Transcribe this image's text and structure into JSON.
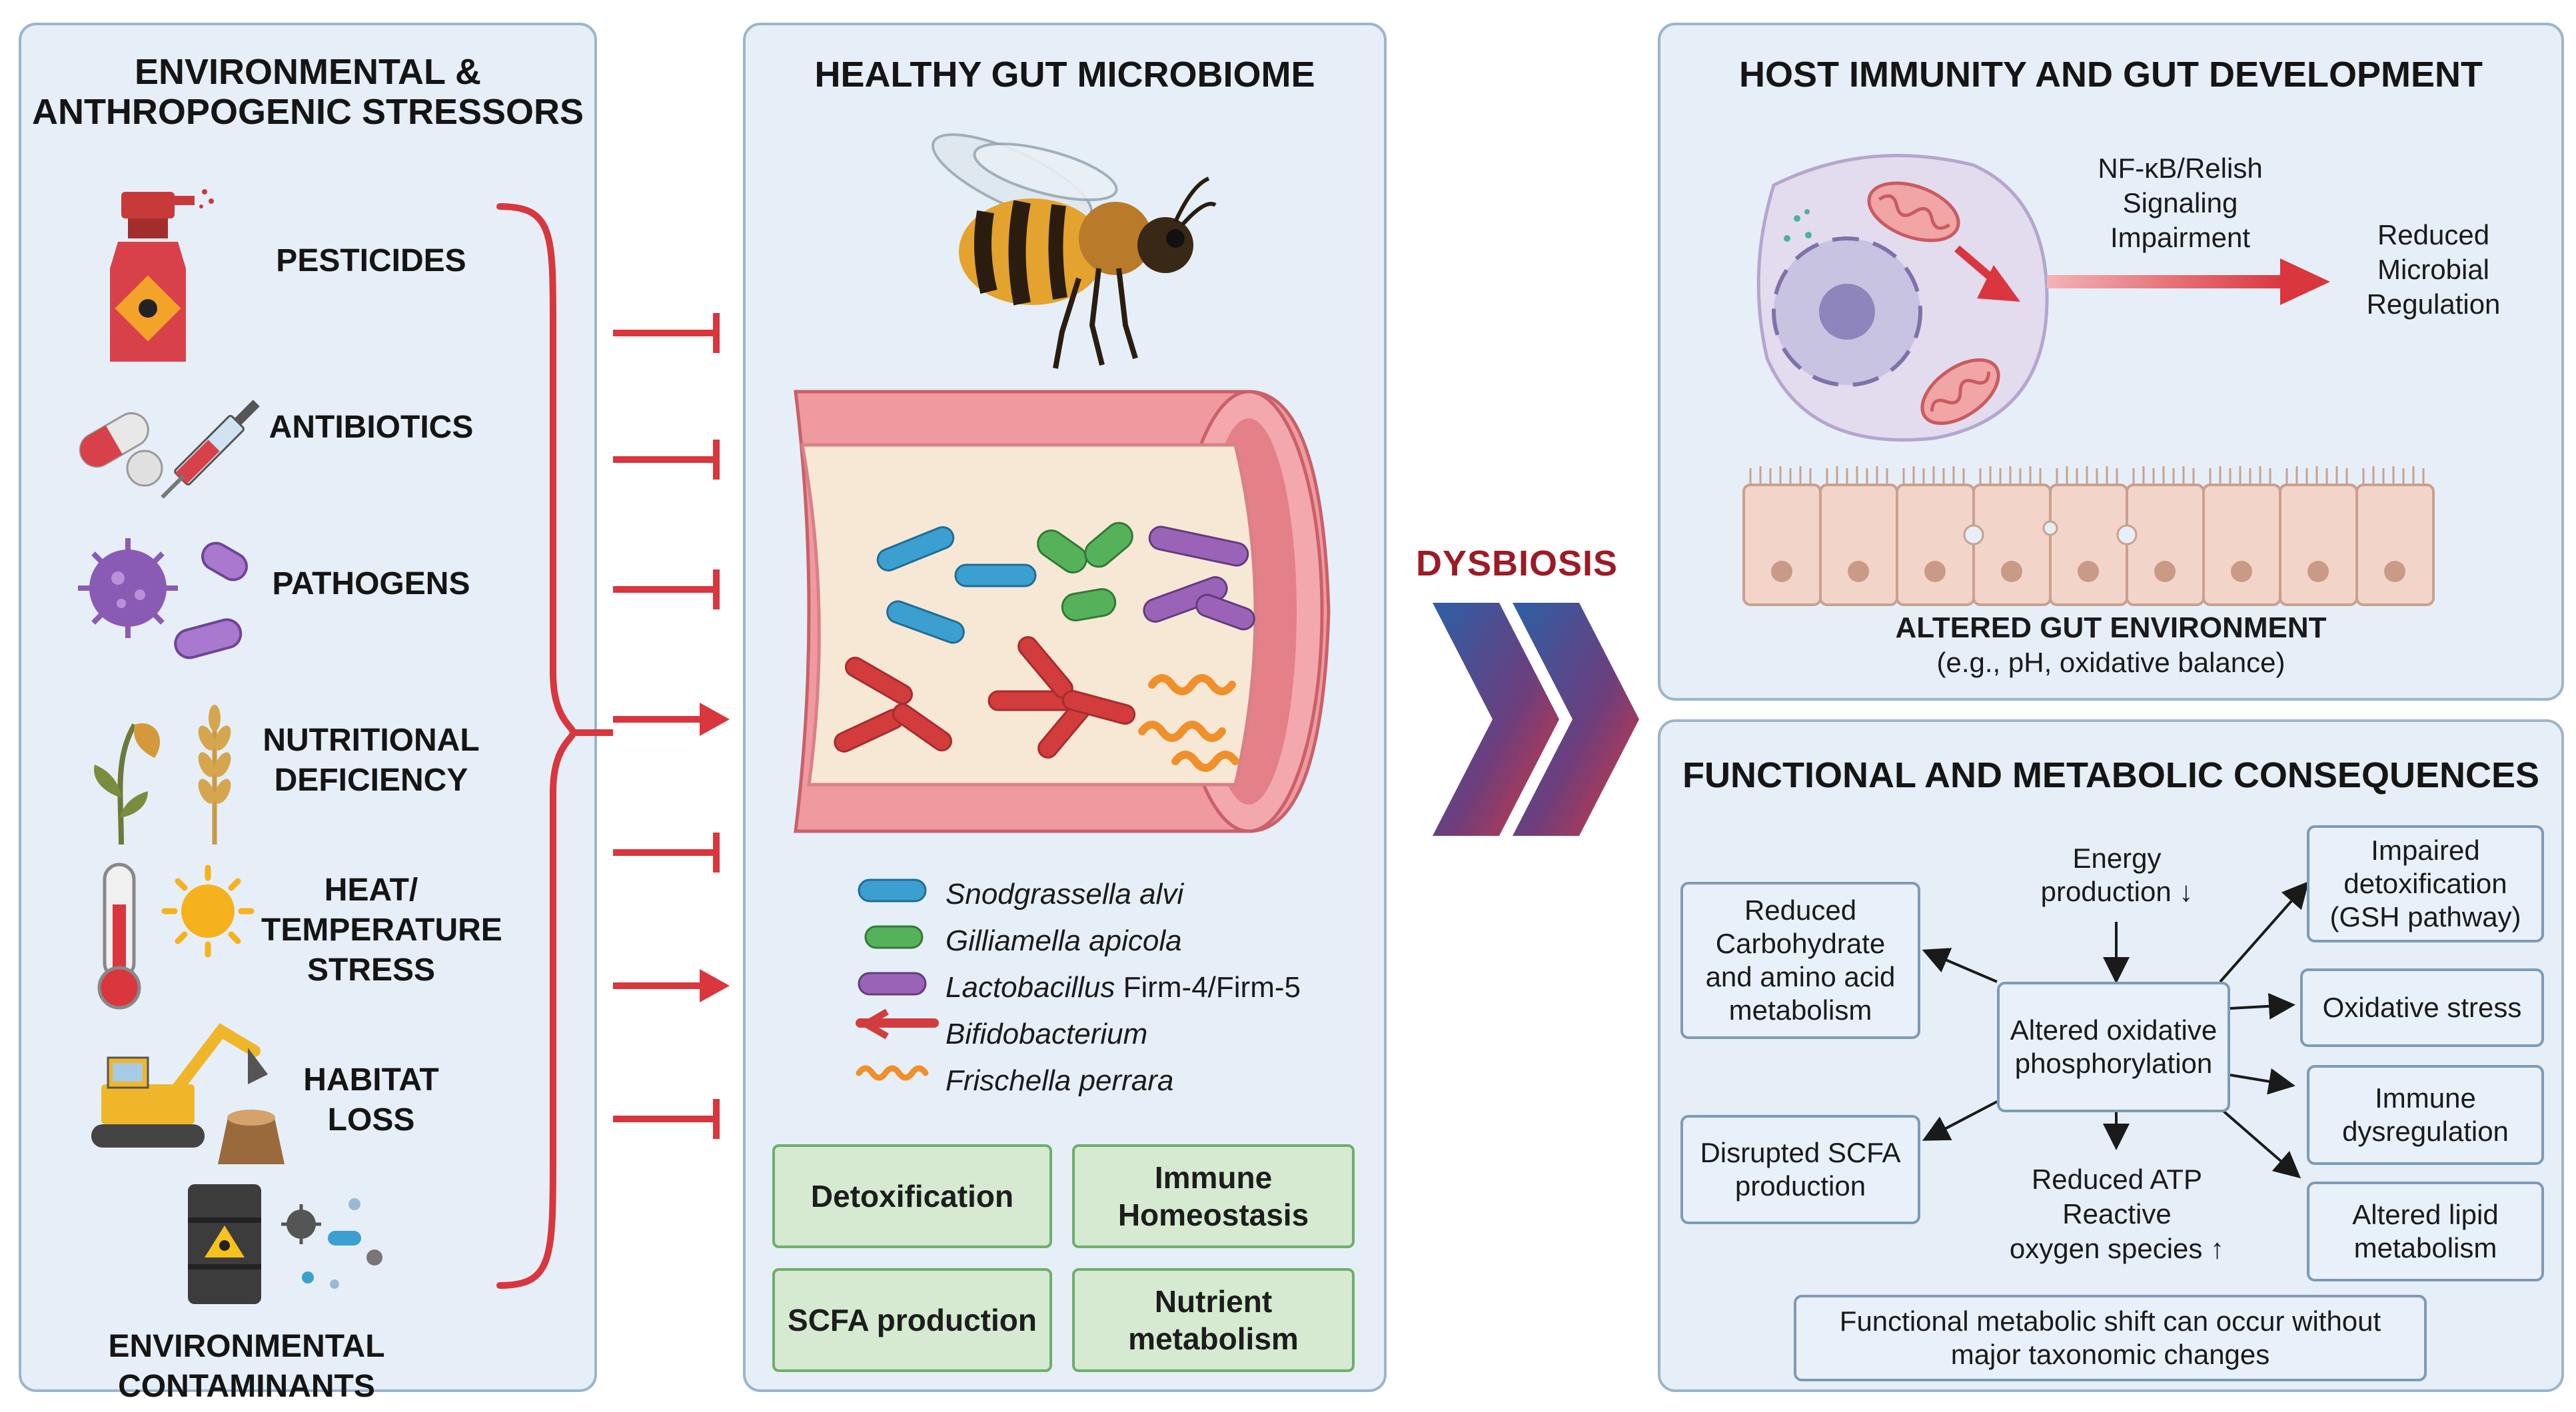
{
  "stressors_panel": {
    "title_line1": "ENVIRONMENTAL &",
    "title_line2": "ANTHROPOGENIC STRESSORS",
    "items": [
      {
        "label": "PESTICIDES",
        "icon": "spray-bottle-icon"
      },
      {
        "label": "ANTIBIOTICS",
        "icon": "pills-syringe-icon"
      },
      {
        "label": "PATHOGENS",
        "icon": "virus-bacteria-icon"
      },
      {
        "label_line1": "NUTRITIONAL",
        "label_line2": "DEFICIENCY",
        "icon": "wilted-plant-icon"
      },
      {
        "label_line1": "HEAT/",
        "label_line2": "TEMPERATURE",
        "label_line3": "STRESS",
        "icon": "thermometer-sun-icon"
      },
      {
        "label_line1": "HABITAT",
        "label_line2": "LOSS",
        "icon": "excavator-stump-icon"
      },
      {
        "label_line1": "ENVIRONMENTAL",
        "label_line2": "CONTAMINANTS",
        "icon": "toxic-barrel-icon"
      }
    ]
  },
  "microbiome_panel": {
    "title": "HEALTHY GUT MICROBIOME",
    "legend": [
      {
        "name": "Snodgrassella alvi",
        "suffix": "",
        "color": "#3b9fd0"
      },
      {
        "name": "Gilliamella apicola",
        "suffix": "",
        "color": "#55b25a"
      },
      {
        "name": "Lactobacillus",
        "suffix": " Firm-4/Firm-5",
        "color": "#9a63b8"
      },
      {
        "name": "Bifidobacterium",
        "suffix": "",
        "color": "#d23c3c"
      },
      {
        "name": "Frischella perrara",
        "suffix": "",
        "color": "#f0902a"
      }
    ],
    "functions": [
      "Detoxification",
      "Immune Homeostasis",
      "SCFA production",
      "Nutrient metabolism"
    ]
  },
  "dysbiosis": {
    "label": "DYSBIOSIS"
  },
  "immunity_panel": {
    "title": "HOST IMMUNITY AND GUT DEVELOPMENT",
    "signal_line1": "NF-κB/Relish",
    "signal_line2": "Signaling",
    "signal_line3": "Impairment",
    "outcome_line1": "Reduced",
    "outcome_line2": "Microbial",
    "outcome_line3": "Regulation",
    "gut_env_title": "ALTERED GUT ENVIRONMENT",
    "gut_env_sub": "(e.g., pH, oxidative balance)"
  },
  "consequences_panel": {
    "title": "FUNCTIONAL AND METABOLIC CONSEQUENCES",
    "center": "Altered oxidative phosphorylation",
    "energy": "Energy production ↓",
    "left_top": "Reduced Carbohydrate and amino acid metabolism",
    "left_bottom": "Disrupted SCFA production",
    "bottom_center_line1": "Reduced ATP",
    "bottom_center_line2": "Reactive",
    "bottom_center_line3": "oxygen species ↑",
    "right": [
      "Impaired detoxification (GSH pathway)",
      "Oxidative stress",
      "Immune dysregulation",
      "Altered lipid metabolism"
    ],
    "footer": "Functional metabolic shift can occur without major taxonomic changes"
  },
  "colors": {
    "inhibit_red": "#d9363e",
    "panel_bg": "#e6eff7",
    "panel_border": "#9db5cb",
    "function_green": "#d5ead0",
    "dysbiosis_text": "#9b1b26"
  }
}
